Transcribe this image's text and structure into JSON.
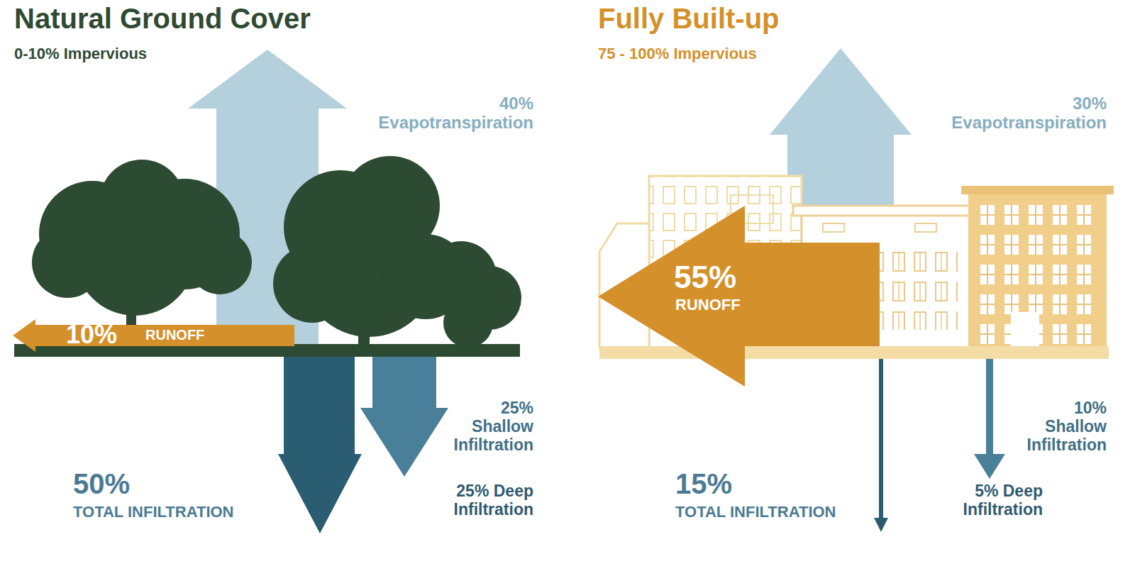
{
  "diagram": {
    "labels": [
      "Natural Ground Cover",
      "0-10% Impervious",
      "40% Evapotranspiration",
      "10%",
      "RUNOFF",
      "25% Shallow Infiltration",
      "25% Deep Infiltration",
      "50%",
      "TOTAL INFILTRATION",
      "Fully Built-up",
      "75 - 100% Impervious",
      "30% Evapotranspiration",
      "55%",
      "RUNOFF",
      "10% Shallow Infiltration",
      "15%",
      "TOTAL INFILTRATION",
      "5% Deep Infiltration"
    ]
  }
}
